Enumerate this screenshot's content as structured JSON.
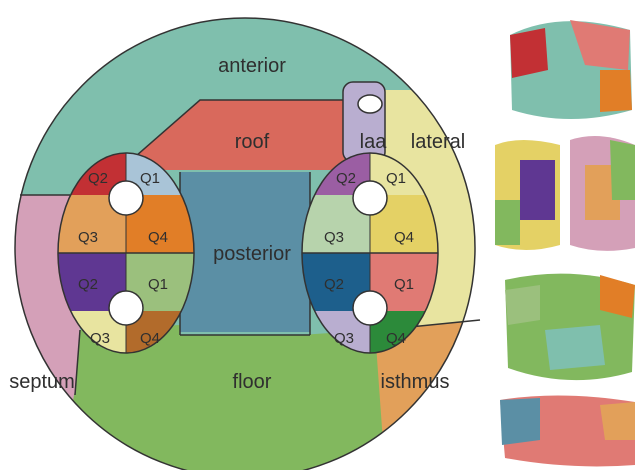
{
  "regions": {
    "anterior": "anterior",
    "roof": "roof",
    "laa": "laa",
    "lateral": "lateral",
    "posterior": "posterior",
    "septum": "septum",
    "floor": "floor",
    "isthmus": "isthmus"
  },
  "quadrants": {
    "left_upper": [
      "Q2",
      "Q1",
      "Q3",
      "Q4"
    ],
    "left_lower": [
      "Q2",
      "Q1",
      "Q3",
      "Q4"
    ],
    "right_upper": [
      "Q2",
      "Q1",
      "Q3",
      "Q4"
    ],
    "right_lower": [
      "Q2",
      "Q1",
      "Q3",
      "Q4"
    ]
  },
  "colors": {
    "anterior": "#7fbfad",
    "roof": "#d9695c",
    "lateral": "#e8e4a0",
    "posterior": "#5b8fa5",
    "septum": "#d4a0b8",
    "floor": "#82b85e",
    "isthmus": "#e2a05a",
    "laa": "#b9aed0"
  },
  "renderings": {
    "count": 5,
    "description_icons": [
      "heart-mesh-top",
      "heart-mesh-left",
      "heart-mesh-right",
      "heart-mesh-middle",
      "heart-mesh-bottom"
    ]
  }
}
